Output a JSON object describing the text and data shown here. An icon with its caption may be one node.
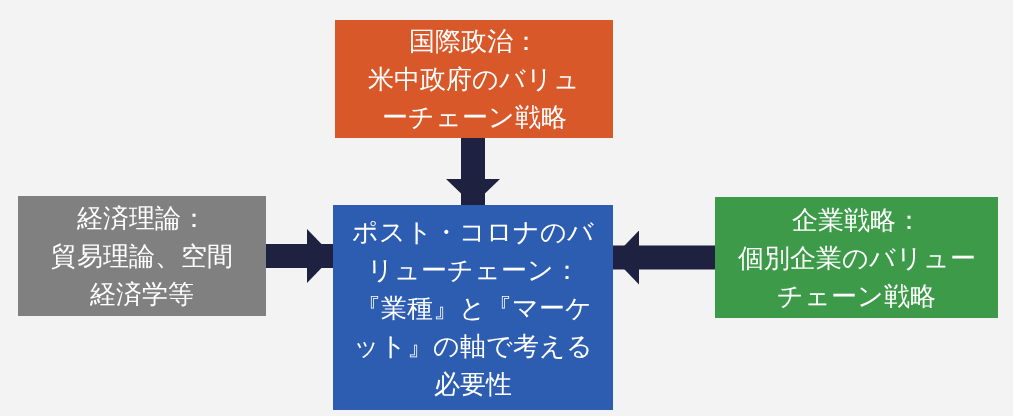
{
  "diagram": {
    "nodes": [
      {
        "text": [
          "国際政治：",
          "米中政府のバリューチェーン戦略"
        ]
      },
      {
        "text": [
          "経済理論：",
          "貿易理論、空間経済学等"
        ]
      },
      {
        "text": [
          "ポスト・コロナのバリューチェーン：『業種』と『マーケット』の軸で考える必要性"
        ]
      },
      {
        "text": [
          "企業戦略：",
          "個別企業のバリューチェーン戦略"
        ]
      }
    ],
    "edges": [
      {
        "from": 0,
        "to": 2,
        "arrow": "to"
      },
      {
        "from": 1,
        "to": 2,
        "arrow": "to"
      },
      {
        "from": 3,
        "to": 2,
        "arrow": "to"
      }
    ]
  }
}
